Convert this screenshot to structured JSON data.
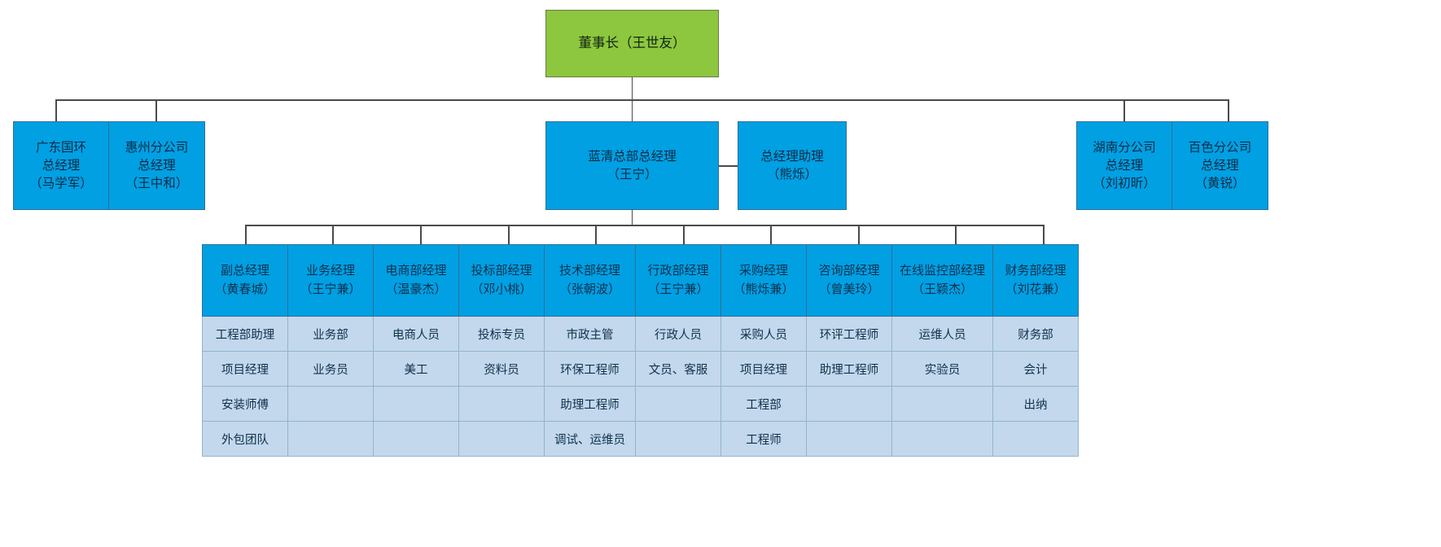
{
  "meta": {
    "colors": {
      "chairman_fill": "#8DC63F",
      "node_fill": "#00A0E3",
      "table_body_fill": "#C3D8EC",
      "connector": "#4a4a4a",
      "text": "#0d2b45"
    }
  },
  "chairman": {
    "title": "董事长",
    "name": "（王世友）",
    "full": "董事长（王世友）"
  },
  "level2": {
    "left_group": [
      {
        "title": "广东国环",
        "subtitle": "总经理",
        "name": "（马学军）"
      },
      {
        "title": "惠州分公司",
        "subtitle": "总经理",
        "name": "（王中和）"
      }
    ],
    "center": {
      "title": "蓝清总部总经理",
      "name": "（王宁）"
    },
    "assistant": {
      "title": "总经理助理",
      "name": "（熊烁）"
    },
    "right_group": [
      {
        "title": "湖南分公司",
        "subtitle": "总经理",
        "name": "（刘初昕）"
      },
      {
        "title": "百色分公司",
        "subtitle": "总经理",
        "name": "（黄锐）"
      }
    ]
  },
  "departments": {
    "headers": [
      {
        "role": "副总经理",
        "name": "（黄春城）"
      },
      {
        "role": "业务经理",
        "name": "（王宁兼）"
      },
      {
        "role": "电商部经理",
        "name": "（温豪杰）"
      },
      {
        "role": "投标部经理",
        "name": "（邓小桃）"
      },
      {
        "role": "技术部经理",
        "name": "（张朝波）"
      },
      {
        "role": "行政部经理",
        "name": "（王宁兼）"
      },
      {
        "role": "采购经理",
        "name": "（熊烁兼）"
      },
      {
        "role": "咨询部经理",
        "name": "（曾美玲）"
      },
      {
        "role": "在线监控部经理",
        "name": "（王颖杰）"
      },
      {
        "role": "财务部经理",
        "name": "（刘花兼）"
      }
    ],
    "rows": [
      [
        "工程部助理",
        "业务部",
        "电商人员",
        "投标专员",
        "市政主管",
        "行政人员",
        "采购人员",
        "环评工程师",
        "运维人员",
        "财务部"
      ],
      [
        "项目经理",
        "业务员",
        "美工",
        "资料员",
        "环保工程师",
        "文员、客服",
        "项目经理",
        "助理工程师",
        "实验员",
        "会计"
      ],
      [
        "安装师傅",
        "",
        "",
        "",
        "助理工程师",
        "",
        "工程部",
        "",
        "",
        "出纳"
      ],
      [
        "外包团队",
        "",
        "",
        "",
        "调试、运维员",
        "",
        "工程师",
        "",
        "",
        ""
      ]
    ]
  }
}
